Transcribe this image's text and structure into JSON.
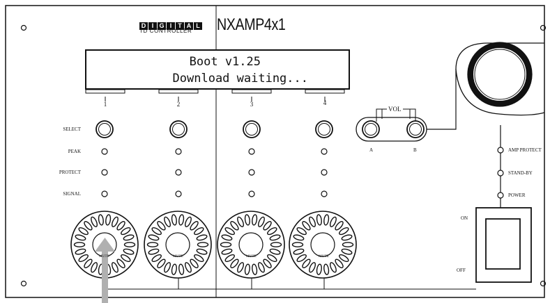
{
  "brand": {
    "logo_word": "DIGITAL",
    "subtitle": "TD CONTROLLER",
    "model": "NXAMP4x1"
  },
  "display": {
    "line1": "Boot v1.25",
    "line2": "Download waiting..."
  },
  "channels": [
    {
      "number": "1",
      "mute_label": "MUTE"
    },
    {
      "number": "2",
      "mute_label": "MUTE"
    },
    {
      "number": "3",
      "mute_label": "MUTE"
    },
    {
      "number": "4",
      "mute_label": "MUTE"
    }
  ],
  "row_labels": {
    "select": "SELECT",
    "peak": "PEAK",
    "protect": "PROTECT",
    "signal": "SIGNAL"
  },
  "volume": {
    "label": "VOL",
    "a_label": "A",
    "b_label": "B"
  },
  "status": {
    "amp_protect": "AMP PROTECT",
    "standby": "STAND-BY",
    "power": "POWER"
  },
  "power_switch": {
    "on_label": "ON",
    "off_label": "OFF"
  },
  "colors": {
    "line": "#111111",
    "arrow": "#b0b0b0"
  }
}
